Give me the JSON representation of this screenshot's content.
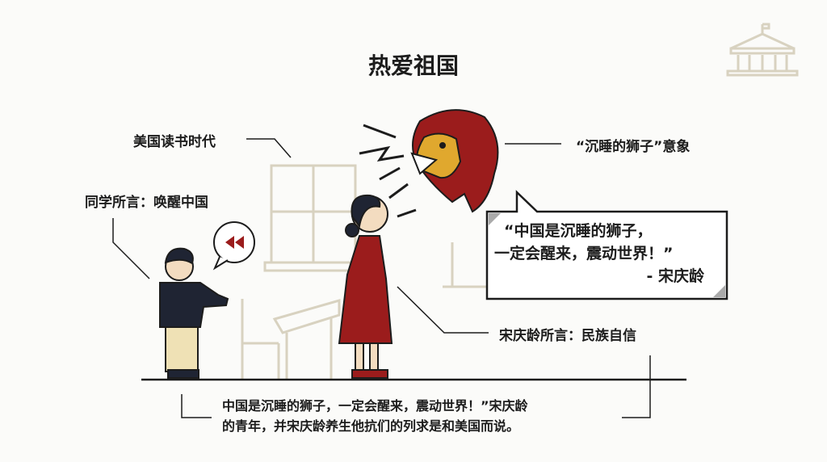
{
  "title": "热爱祖国",
  "labels": {
    "us_study": "美国读书时代",
    "classmate": "同学所言：唤醒中国",
    "lion_image": "“沉睡的狮子”意象",
    "soong_said": "宋庆龄所言：民族自信"
  },
  "quote": {
    "line1": "“中国是沉睡的狮子，",
    "line2": "一定会醒来，震动世界！”",
    "author": "- 宋庆龄"
  },
  "caption": {
    "line1": "中国是沉睡的狮子，一定会醒来，震动世界！”宋庆龄",
    "line2": "的青年，并宋庆龄养生他抗们的列求是和美国而说。"
  },
  "colors": {
    "accent": "#9b1c1c",
    "line": "#d8d2c0",
    "ink": "#1c1c1c",
    "navy": "#1f2433"
  }
}
